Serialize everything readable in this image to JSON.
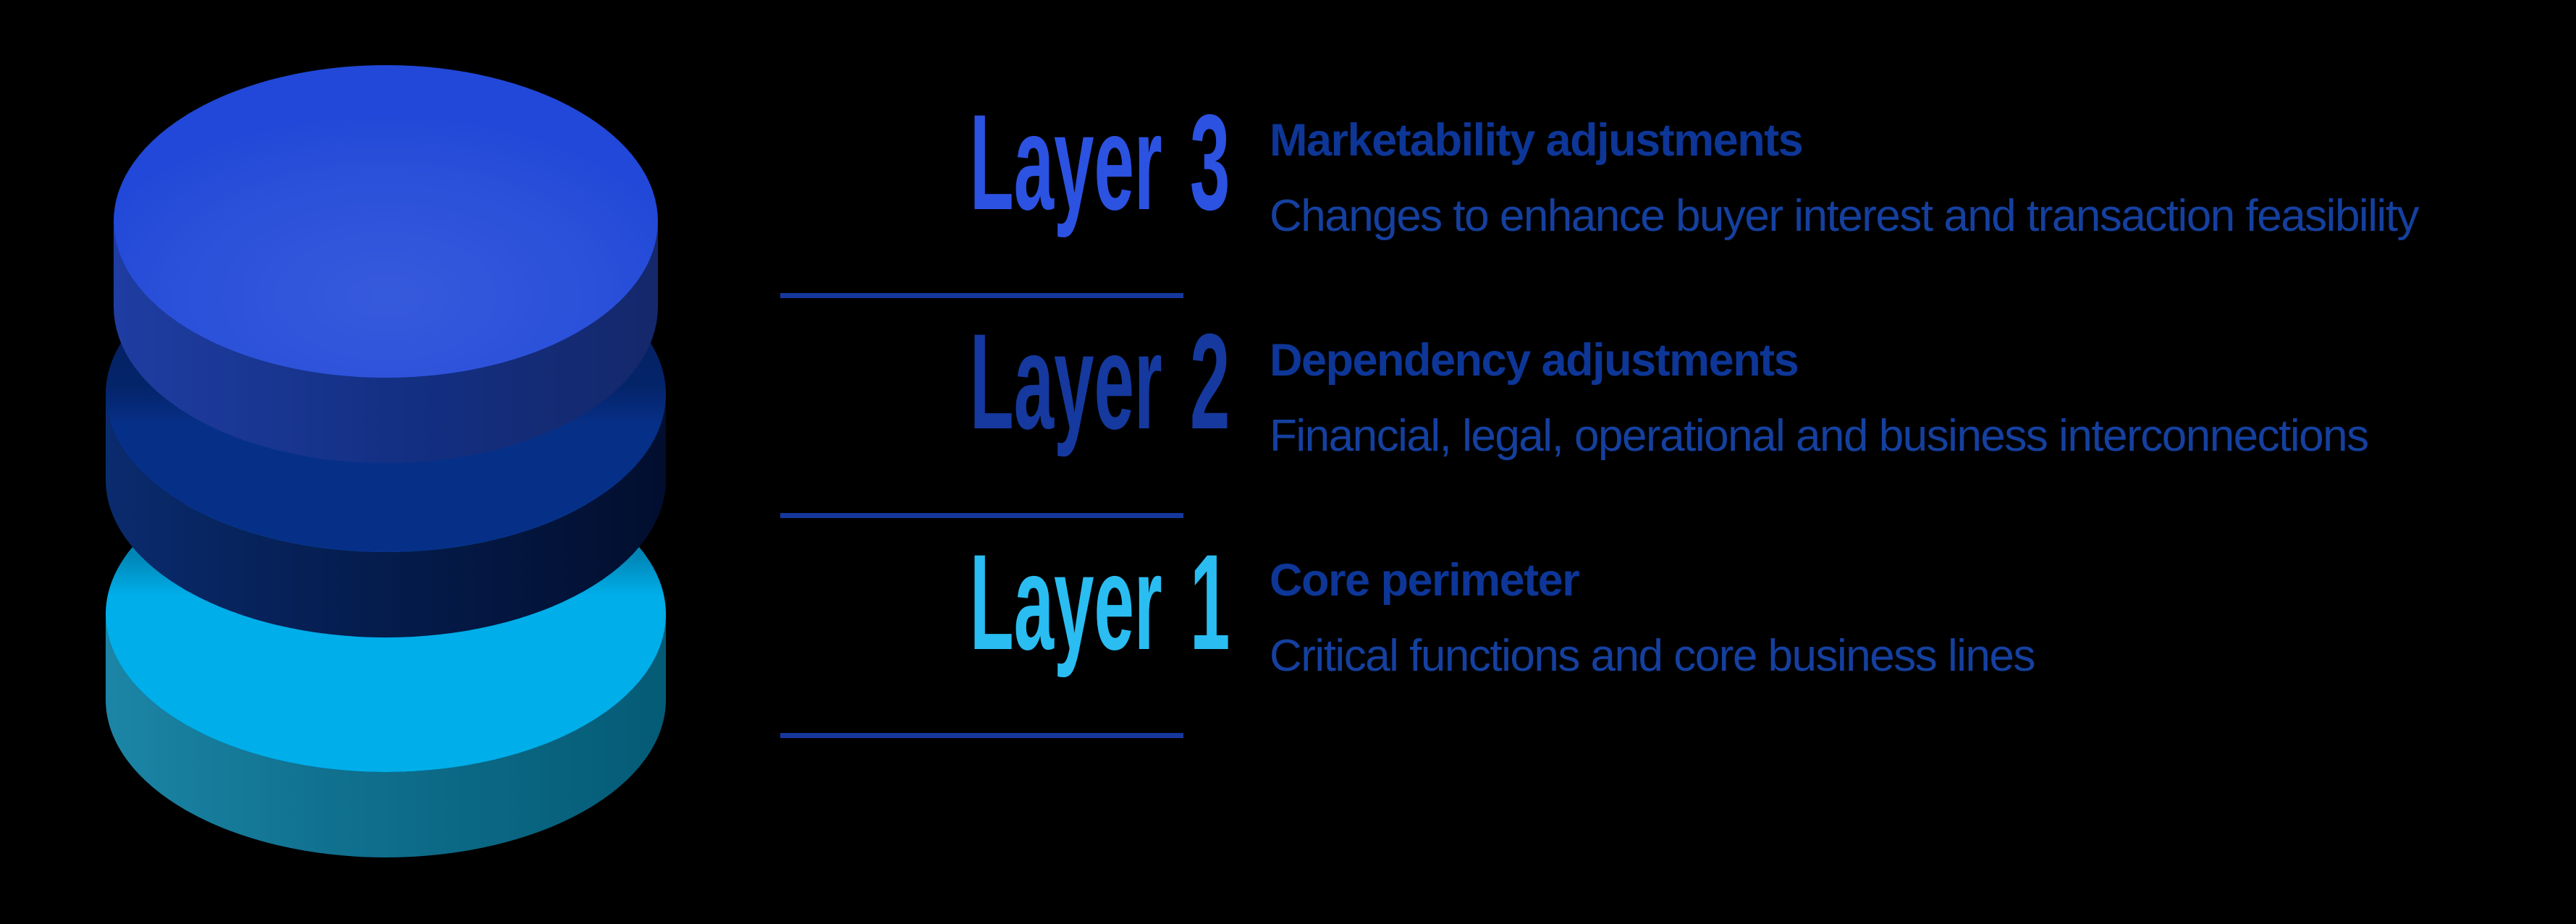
{
  "background_color": "#000000",
  "stack": {
    "description": "3D stack of three cylinder layers",
    "cylinders": [
      {
        "layer": "Layer 3",
        "face_color": "#2148D8",
        "wall_color": "#1F3DA2"
      },
      {
        "layer": "Layer 2",
        "face_color": "#063088",
        "wall_color": "#0A2B6E"
      },
      {
        "layer": "Layer 1",
        "face_color": "#00AEE9",
        "wall_color": "#1C85A6"
      }
    ]
  },
  "divider_color": "#16389D",
  "heading_color": "#0D3697",
  "description_color": "#15409F",
  "rows": [
    {
      "label": "Layer 3",
      "label_color": "#2C52E2",
      "heading": "Marketability adjustments",
      "description": "Changes to enhance buyer interest and transaction feasibility"
    },
    {
      "label": "Layer 2",
      "label_color": "#15399E",
      "heading": "Dependency adjustments",
      "description": "Financial, legal, operational and business interconnections"
    },
    {
      "label": "Layer 1",
      "label_color": "#2ABDF2",
      "heading": "Core perimeter",
      "description": "Critical functions and core business lines"
    }
  ]
}
